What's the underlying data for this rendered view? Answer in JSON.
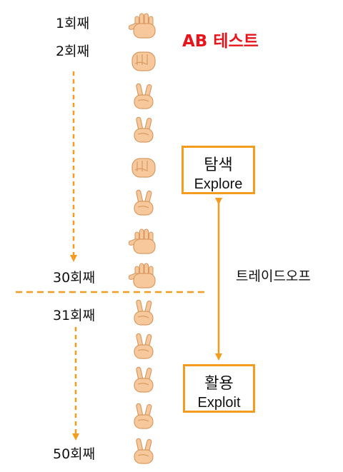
{
  "title": "AB 테스트",
  "rounds": {
    "r1": "1회째",
    "r2": "2회째",
    "r30": "30회째",
    "r31": "31회째",
    "r50": "50회째"
  },
  "boxes": {
    "explore": {
      "ko": "탐색",
      "en": "Explore"
    },
    "exploit": {
      "ko": "활용",
      "en": "Exploit"
    }
  },
  "tradeoff": "트레이드오프",
  "hands": [
    "paper",
    "rock",
    "scissors",
    "scissors",
    "rock",
    "scissors",
    "paper",
    "paper",
    "scissors",
    "scissors",
    "scissors",
    "scissors",
    "scissors"
  ],
  "colors": {
    "accent": "#f39c1f",
    "title": "#e8141b",
    "skin": "#f7c89b"
  }
}
